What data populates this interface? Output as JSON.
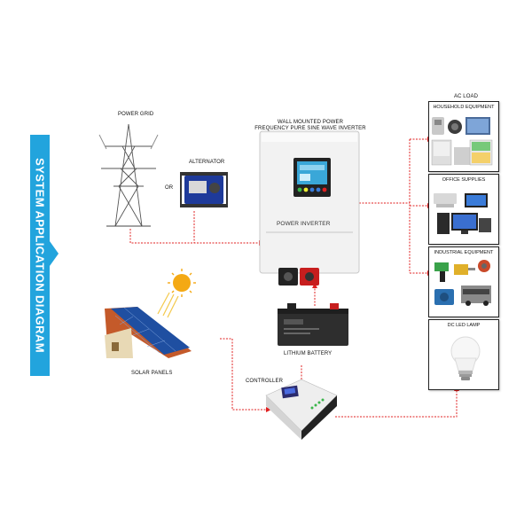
{
  "sidebar": {
    "title": "SYSTEM APPLICATION DIAGRAM"
  },
  "labels": {
    "power_grid": "POWER GRID",
    "or": "OR",
    "alternator": "ALTERNATOR",
    "inverter_title_line1": "WALL MOUNTED POWER",
    "inverter_title_line2": "FREQUENCY PURE SINE WAVE INVERTER",
    "inverter_badge": "POWER INVERTER",
    "battery": "LITHIUM BATTERY",
    "solar_panels": "SOLAR PANELS",
    "controller": "CONTROLLER",
    "ac_load": "AC LOAD"
  },
  "loads": [
    {
      "title": "HOUSEHOLD EQUIPMENT"
    },
    {
      "title": "OFFICE SUPPLIES"
    },
    {
      "title": "INDUSTRIAL EQUIPMENT"
    },
    {
      "title": "DC LED LAMP"
    }
  ],
  "colors": {
    "accent": "#22a4dd",
    "connector": "#e02020",
    "inverter_body": "#f2f2f2",
    "screen": "#3aa7d8"
  }
}
